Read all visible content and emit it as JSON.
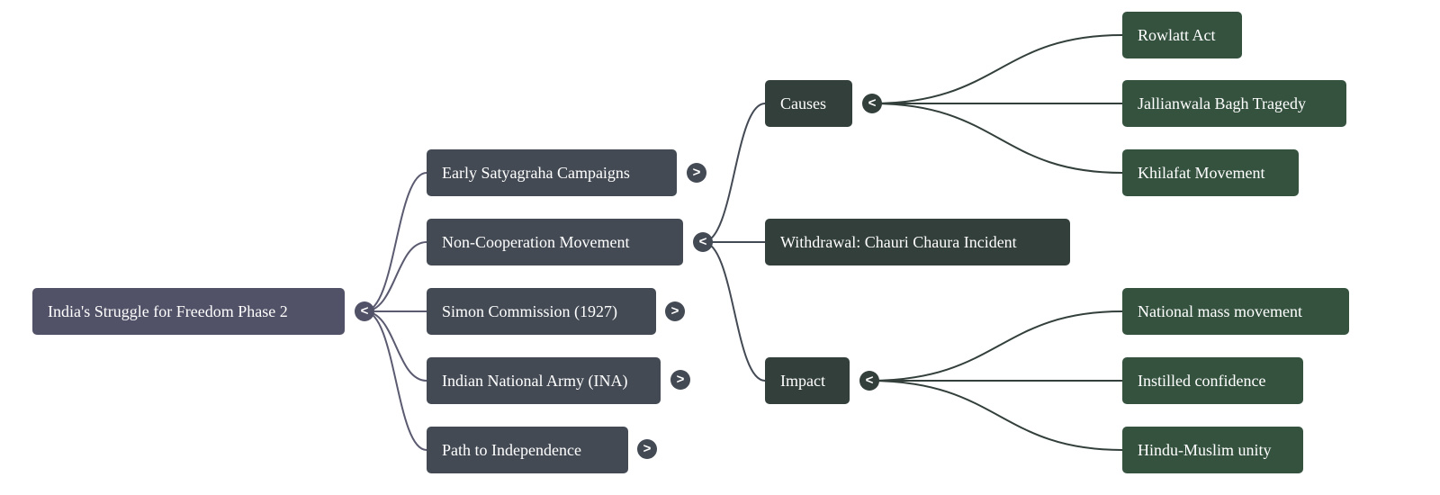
{
  "root": {
    "label": "India's Struggle for Freedom Phase 2",
    "toggle": "<"
  },
  "level1": [
    {
      "label": "Early Satyagraha Campaigns",
      "toggle": ">"
    },
    {
      "label": "Non-Cooperation Movement",
      "toggle": "<"
    },
    {
      "label": "Simon Commission (1927)",
      "toggle": ">"
    },
    {
      "label": "Indian National Army (INA)",
      "toggle": ">"
    },
    {
      "label": "Path to Independence",
      "toggle": ">"
    }
  ],
  "level2": [
    {
      "label": "Causes",
      "toggle": "<"
    },
    {
      "label": "Withdrawal: Chauri Chaura Incident"
    },
    {
      "label": "Impact",
      "toggle": "<"
    }
  ],
  "causes": [
    "Rowlatt Act",
    "Jallianwala Bagh Tragedy",
    "Khilafat Movement"
  ],
  "impact": [
    "National mass movement",
    "Instilled confidence",
    "Hindu-Muslim unity"
  ],
  "colors": {
    "root": "#515167",
    "level1": "#434a54",
    "level2": "#323f3a",
    "level3": "#35523f"
  }
}
